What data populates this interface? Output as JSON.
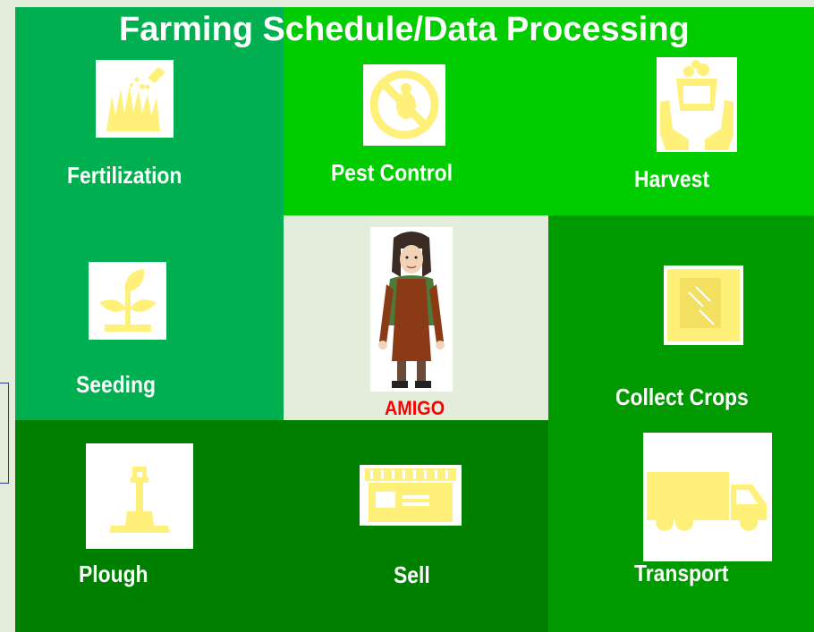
{
  "title": "Farming Schedule/Data Processing",
  "colors": {
    "fertilization_panel": "#00b050",
    "top_panel": "#00cc00",
    "right_panel": "#009900",
    "bottom_panel": "#008000",
    "center_panel": "#e4ecdc",
    "icon_fill": "#fff07a",
    "label_text": "#ffffff",
    "character_name": "#ff0000"
  },
  "tiles": {
    "fertilization": {
      "label": "Fertilization",
      "icon": "fertilizer-plant-icon"
    },
    "pest_control": {
      "label": "Pest Control",
      "icon": "no-bug-icon"
    },
    "harvest": {
      "label": "Harvest",
      "icon": "hands-basket-icon"
    },
    "seeding": {
      "label": "Seeding",
      "icon": "sprout-icon"
    },
    "collect_crops": {
      "label": "Collect Crops",
      "icon": "grain-sack-icon"
    },
    "plough": {
      "label": "Plough",
      "icon": "shovel-icon"
    },
    "sell": {
      "label": "Sell",
      "icon": "market-stall-icon"
    },
    "transport": {
      "label": "Transport",
      "icon": "truck-icon"
    }
  },
  "character": {
    "name": "AMIGO",
    "icon": "farmer-character-icon"
  }
}
